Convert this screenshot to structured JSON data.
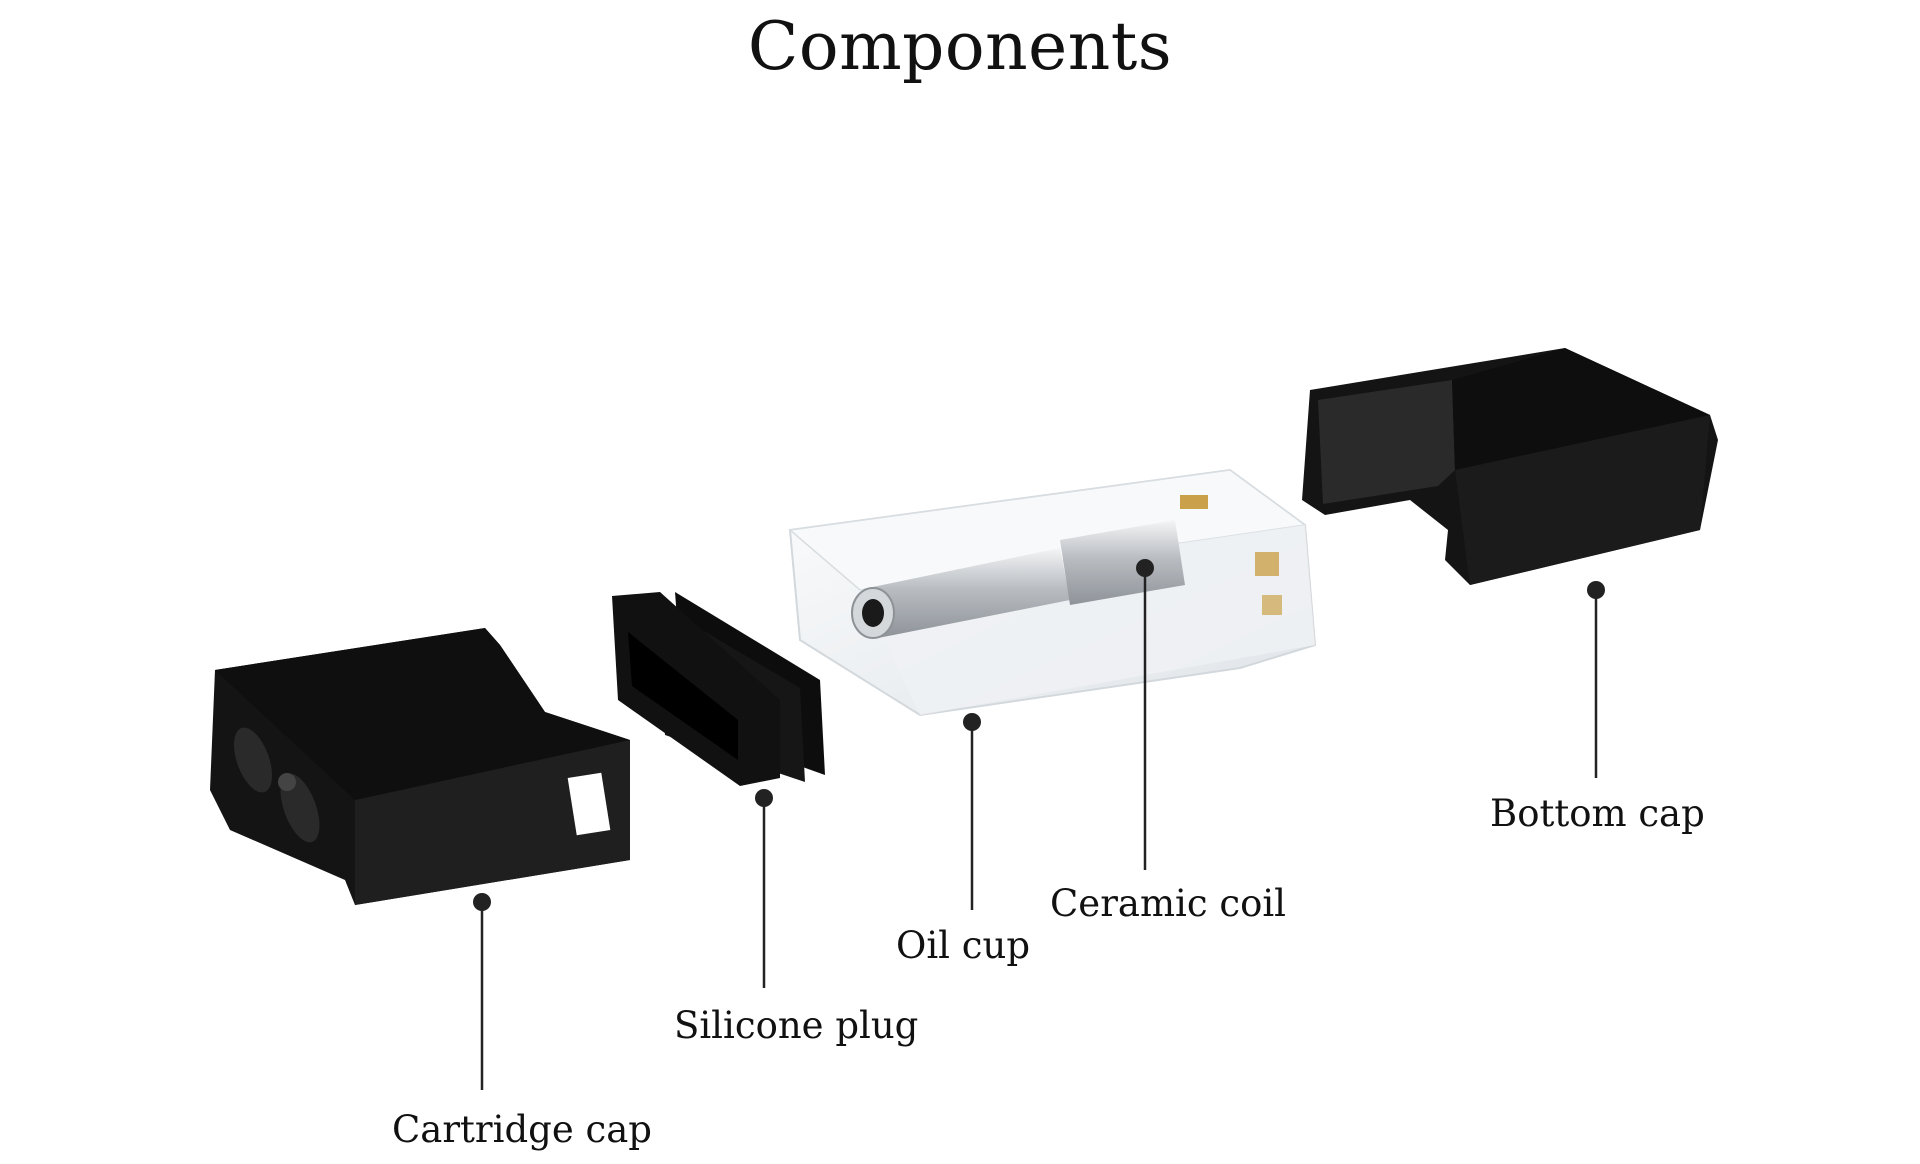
{
  "title": "Components",
  "components": {
    "cartridge_cap": "Cartridge cap",
    "silicone_plug": "Silicone plug",
    "oil_cup": "Oil cup",
    "ceramic_coil": "Ceramic coil",
    "bottom_cap": "Bottom cap"
  },
  "colors": {
    "part_black": "#141414",
    "leader": "#222222",
    "clear_plastic": "#eef1f3",
    "metal": "#c9ccd0",
    "gold": "#caa14a"
  }
}
